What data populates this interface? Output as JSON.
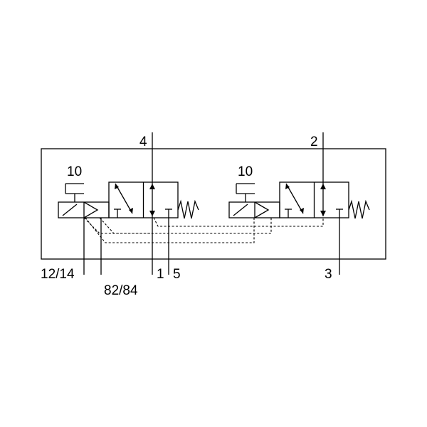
{
  "diagram": {
    "labels": {
      "port_4": "4",
      "port_2": "2",
      "manual_left": "10",
      "manual_right": "10",
      "port_12_14": "12/14",
      "port_82_84": "82/84",
      "port_1": "1",
      "port_5": "5",
      "port_3": "3"
    }
  }
}
